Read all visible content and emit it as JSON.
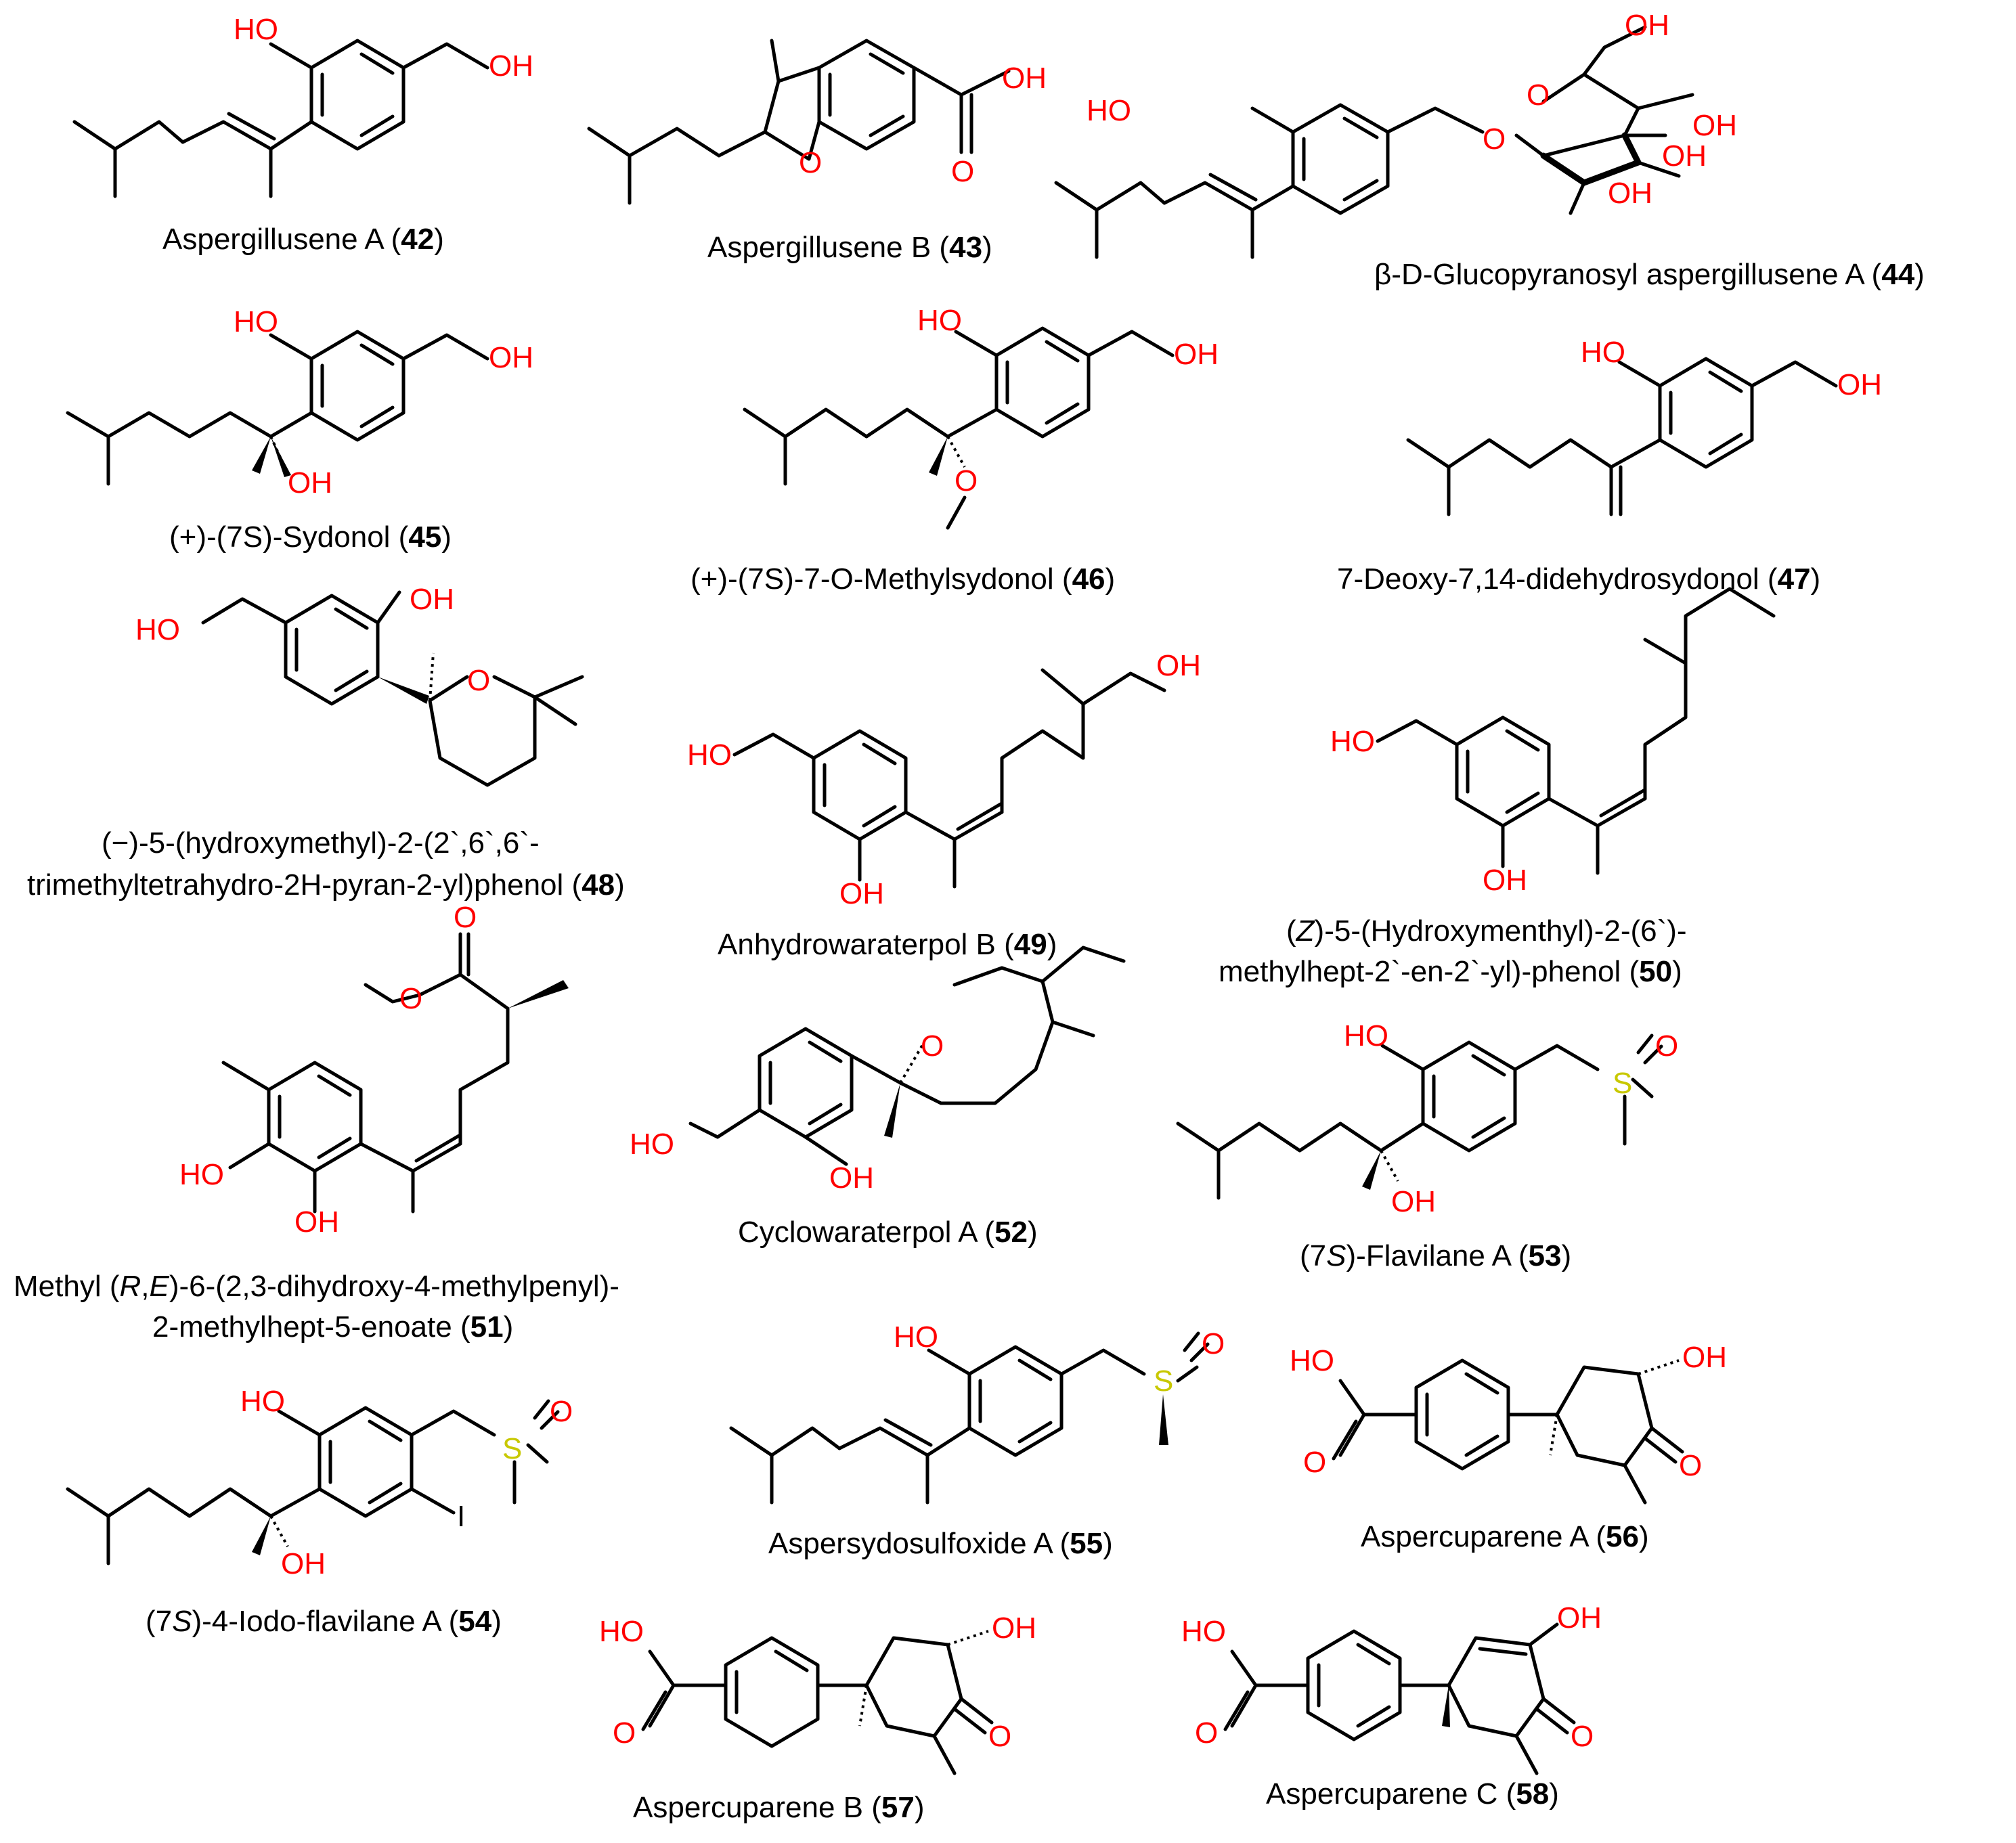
{
  "compounds": [
    {
      "id": "42",
      "caption": "Aspergillusene A",
      "number": "42"
    },
    {
      "id": "43",
      "caption": "Aspergillusene B",
      "number": "43"
    },
    {
      "id": "44",
      "caption": "β-D-Glucopyranosyl aspergillusene A",
      "number": "44"
    },
    {
      "id": "45",
      "caption": "(+)-(7S)-Sydonol",
      "number": "45"
    },
    {
      "id": "46",
      "caption": "(+)-(7S)-7-O-Methylsydonol",
      "number": "46"
    },
    {
      "id": "47",
      "caption": "7-Deoxy-7,14-didehydrosydonol",
      "number": "47"
    },
    {
      "id": "48",
      "caption_line1": "(−)-5-(hydroxymethyl)-2-(2`,6`,6`-",
      "caption_line2": "trimethyltetrahydro-2H-pyran-2-yl)phenol",
      "number": "48"
    },
    {
      "id": "49",
      "caption": "Anhydrowaraterpol B",
      "number": "49"
    },
    {
      "id": "50",
      "caption_pre": "(",
      "caption_italic": "Z",
      "caption_line1_rest": ")-5-(Hydroxymenthyl)-2-(6`)-",
      "caption_line2": "methylhept-2`-en-2`-yl)-phenol",
      "number": "50"
    },
    {
      "id": "51",
      "caption_pre": "Methyl (",
      "caption_italic1": "R",
      "caption_comma": ",",
      "caption_italic2": "E",
      "caption_line1_rest": ")-6-(2,3-dihydroxy-4-methylpenyl)-",
      "caption_line2": "2-methylhept-5-enoate",
      "number": "51"
    },
    {
      "id": "52",
      "caption": "Cyclowaraterpol A",
      "number": "52"
    },
    {
      "id": "53",
      "caption_pre": "(7",
      "caption_italic": "S",
      "caption_rest": ")-Flavilane A",
      "number": "53"
    },
    {
      "id": "54",
      "caption_pre": "(7",
      "caption_italic": "S",
      "caption_rest": ")-4-Iodo-flavilane A",
      "number": "54"
    },
    {
      "id": "55",
      "caption": "Aspersydosulfoxide A",
      "number": "55"
    },
    {
      "id": "56",
      "caption": "Aspercuparene A",
      "number": "56"
    },
    {
      "id": "57",
      "caption": "Aspercuparene B",
      "number": "57"
    },
    {
      "id": "58",
      "caption": "Aspercuparene C",
      "number": "58"
    }
  ],
  "atoms": {
    "hydroxyl": "OH",
    "hydroxyl_left": "HO",
    "oxygen": "O",
    "sulfur": "S",
    "iodine": "I"
  },
  "colors": {
    "heteroatom_oxygen": "#ff0000",
    "heteroatom_sulfur": "#c8c800",
    "bonds": "#000000",
    "captions": "#000000"
  }
}
